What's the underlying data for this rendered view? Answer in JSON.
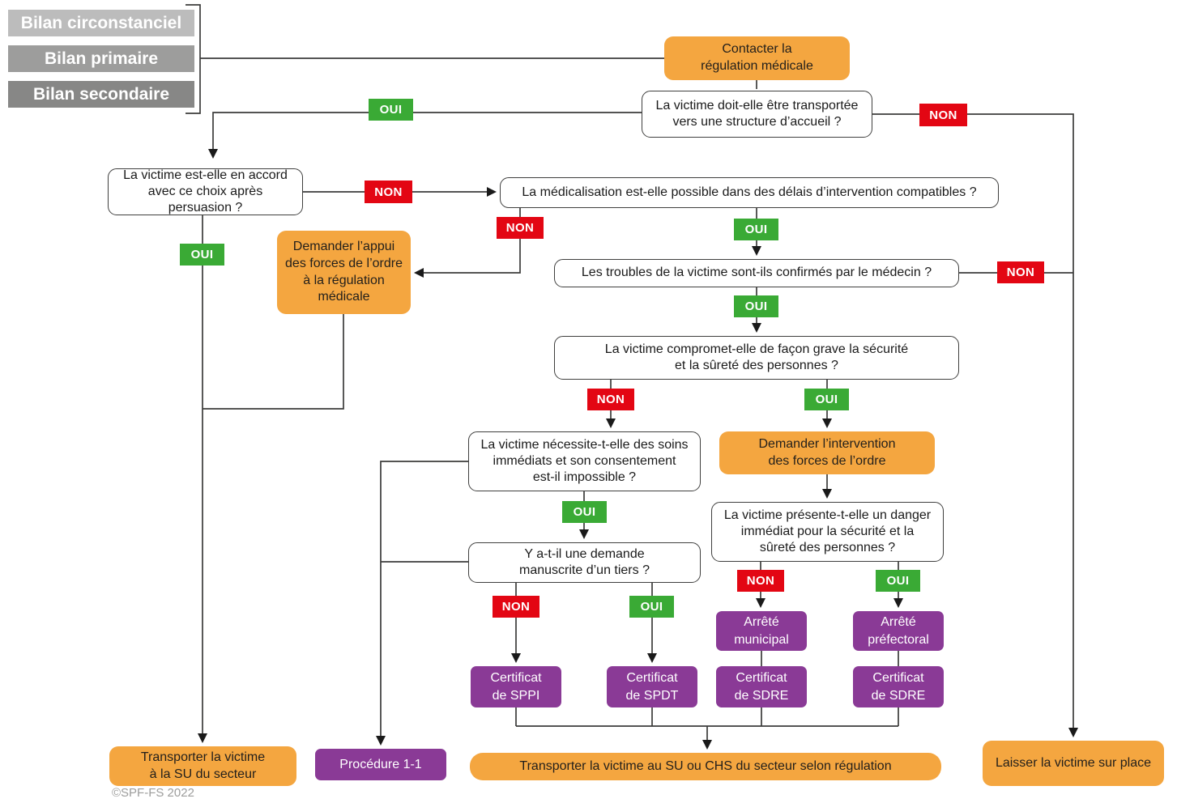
{
  "labels": {
    "oui": "OUI",
    "non": "NON"
  },
  "legend": {
    "circonstanciel": "Bilan circonstanciel",
    "primaire": "Bilan primaire",
    "secondaire": "Bilan secondaire"
  },
  "nodes": {
    "contact": "Contacter la\nrégulation médicale",
    "q_transport": "La victime doit-elle être transportée\nvers une structure d’accueil ?",
    "q_accord": "La victime est-elle en accord\navec ce choix après persuasion ?",
    "q_medicalisation": "La médicalisation est-elle possible dans des délais d’intervention compatibles ?",
    "appui": "Demander l’appui\ndes forces de l’ordre\nà la régulation\nmédicale",
    "q_troubles": "Les troubles de la victime sont-ils confirmés par le médecin ?",
    "q_compromet": "La victime compromet-elle de façon grave la sécurité\net la sûreté des personnes ?",
    "q_soins": "La victime nécessite-t-elle des soins\nimmédiats et son consentement\nest-il impossible ?",
    "intervention": "Demander l’intervention\ndes forces de l’ordre",
    "q_manuscrite": "Y a-t-il une demande\nmanuscrite d’un tiers ?",
    "q_danger": "La victime présente-t-elle un danger\nimmédiat pour la sécurité et la\nsûreté des personnes ?",
    "arrete_municipal": "Arrêté\nmunicipal",
    "arrete_prefectoral": "Arrêté\npréfectoral",
    "cert_sppi": "Certificat\nde SPPI",
    "cert_spdt": "Certificat\nde SPDT",
    "cert_sdre_1": "Certificat\nde SDRE",
    "cert_sdre_2": "Certificat\nde SDRE",
    "transport_su": "Transporter la victime\nà la SU du secteur",
    "procedure": "Procédure 1-1",
    "transport_su_chs": "Transporter la victime au SU ou CHS du secteur selon régulation",
    "laisser": "Laisser la victime sur place"
  },
  "footer": {
    "copyright": "©SPF-FS 2022"
  },
  "colors": {
    "orange": "#f4a640",
    "green": "#3aaa35",
    "red": "#e30613",
    "purple": "#8a3a96",
    "gray_light": "#bcbcbc",
    "gray_mid": "#9d9d9c",
    "gray_dark": "#878786",
    "line": "#3c3c3b"
  }
}
